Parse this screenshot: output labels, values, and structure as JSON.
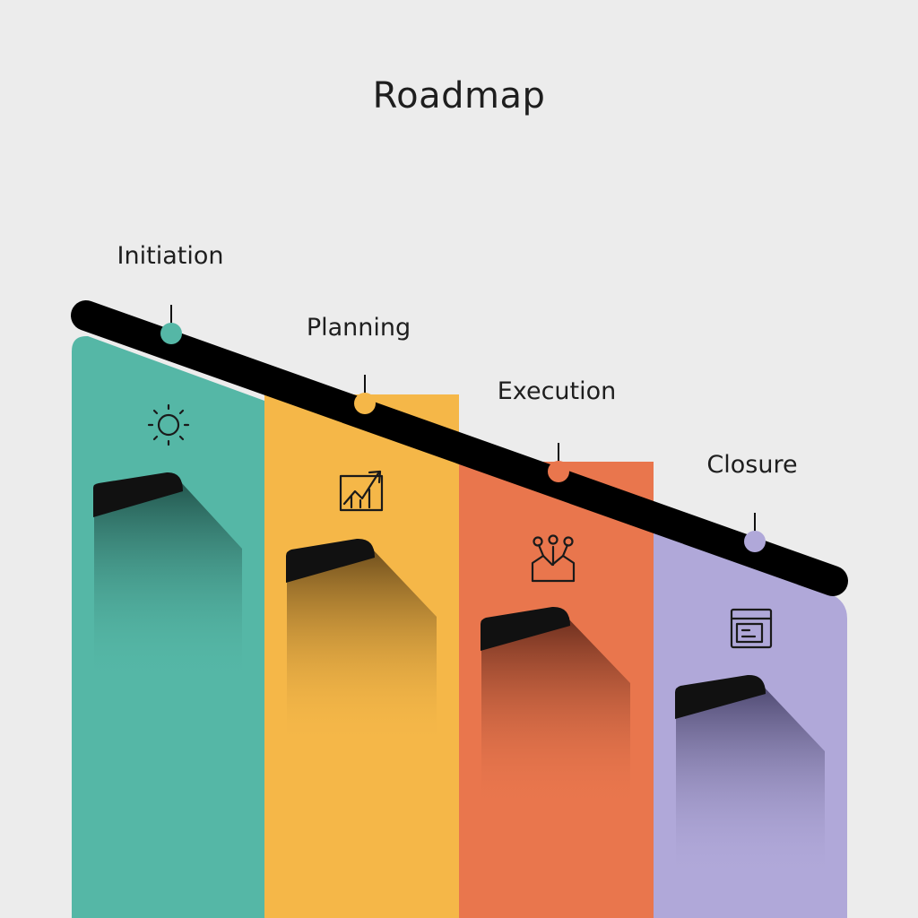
{
  "title": "Roadmap",
  "phases": [
    {
      "label": "Initiation",
      "color": "#55b7a6",
      "icon": "sun-icon"
    },
    {
      "label": "Planning",
      "color": "#f5b748",
      "icon": "growth-chart-icon"
    },
    {
      "label": "Execution",
      "color": "#e9764d",
      "icon": "branching-process-icon"
    },
    {
      "label": "Closure",
      "color": "#b0a8d9",
      "icon": "document-icon"
    }
  ],
  "timeline_color": "#000000"
}
